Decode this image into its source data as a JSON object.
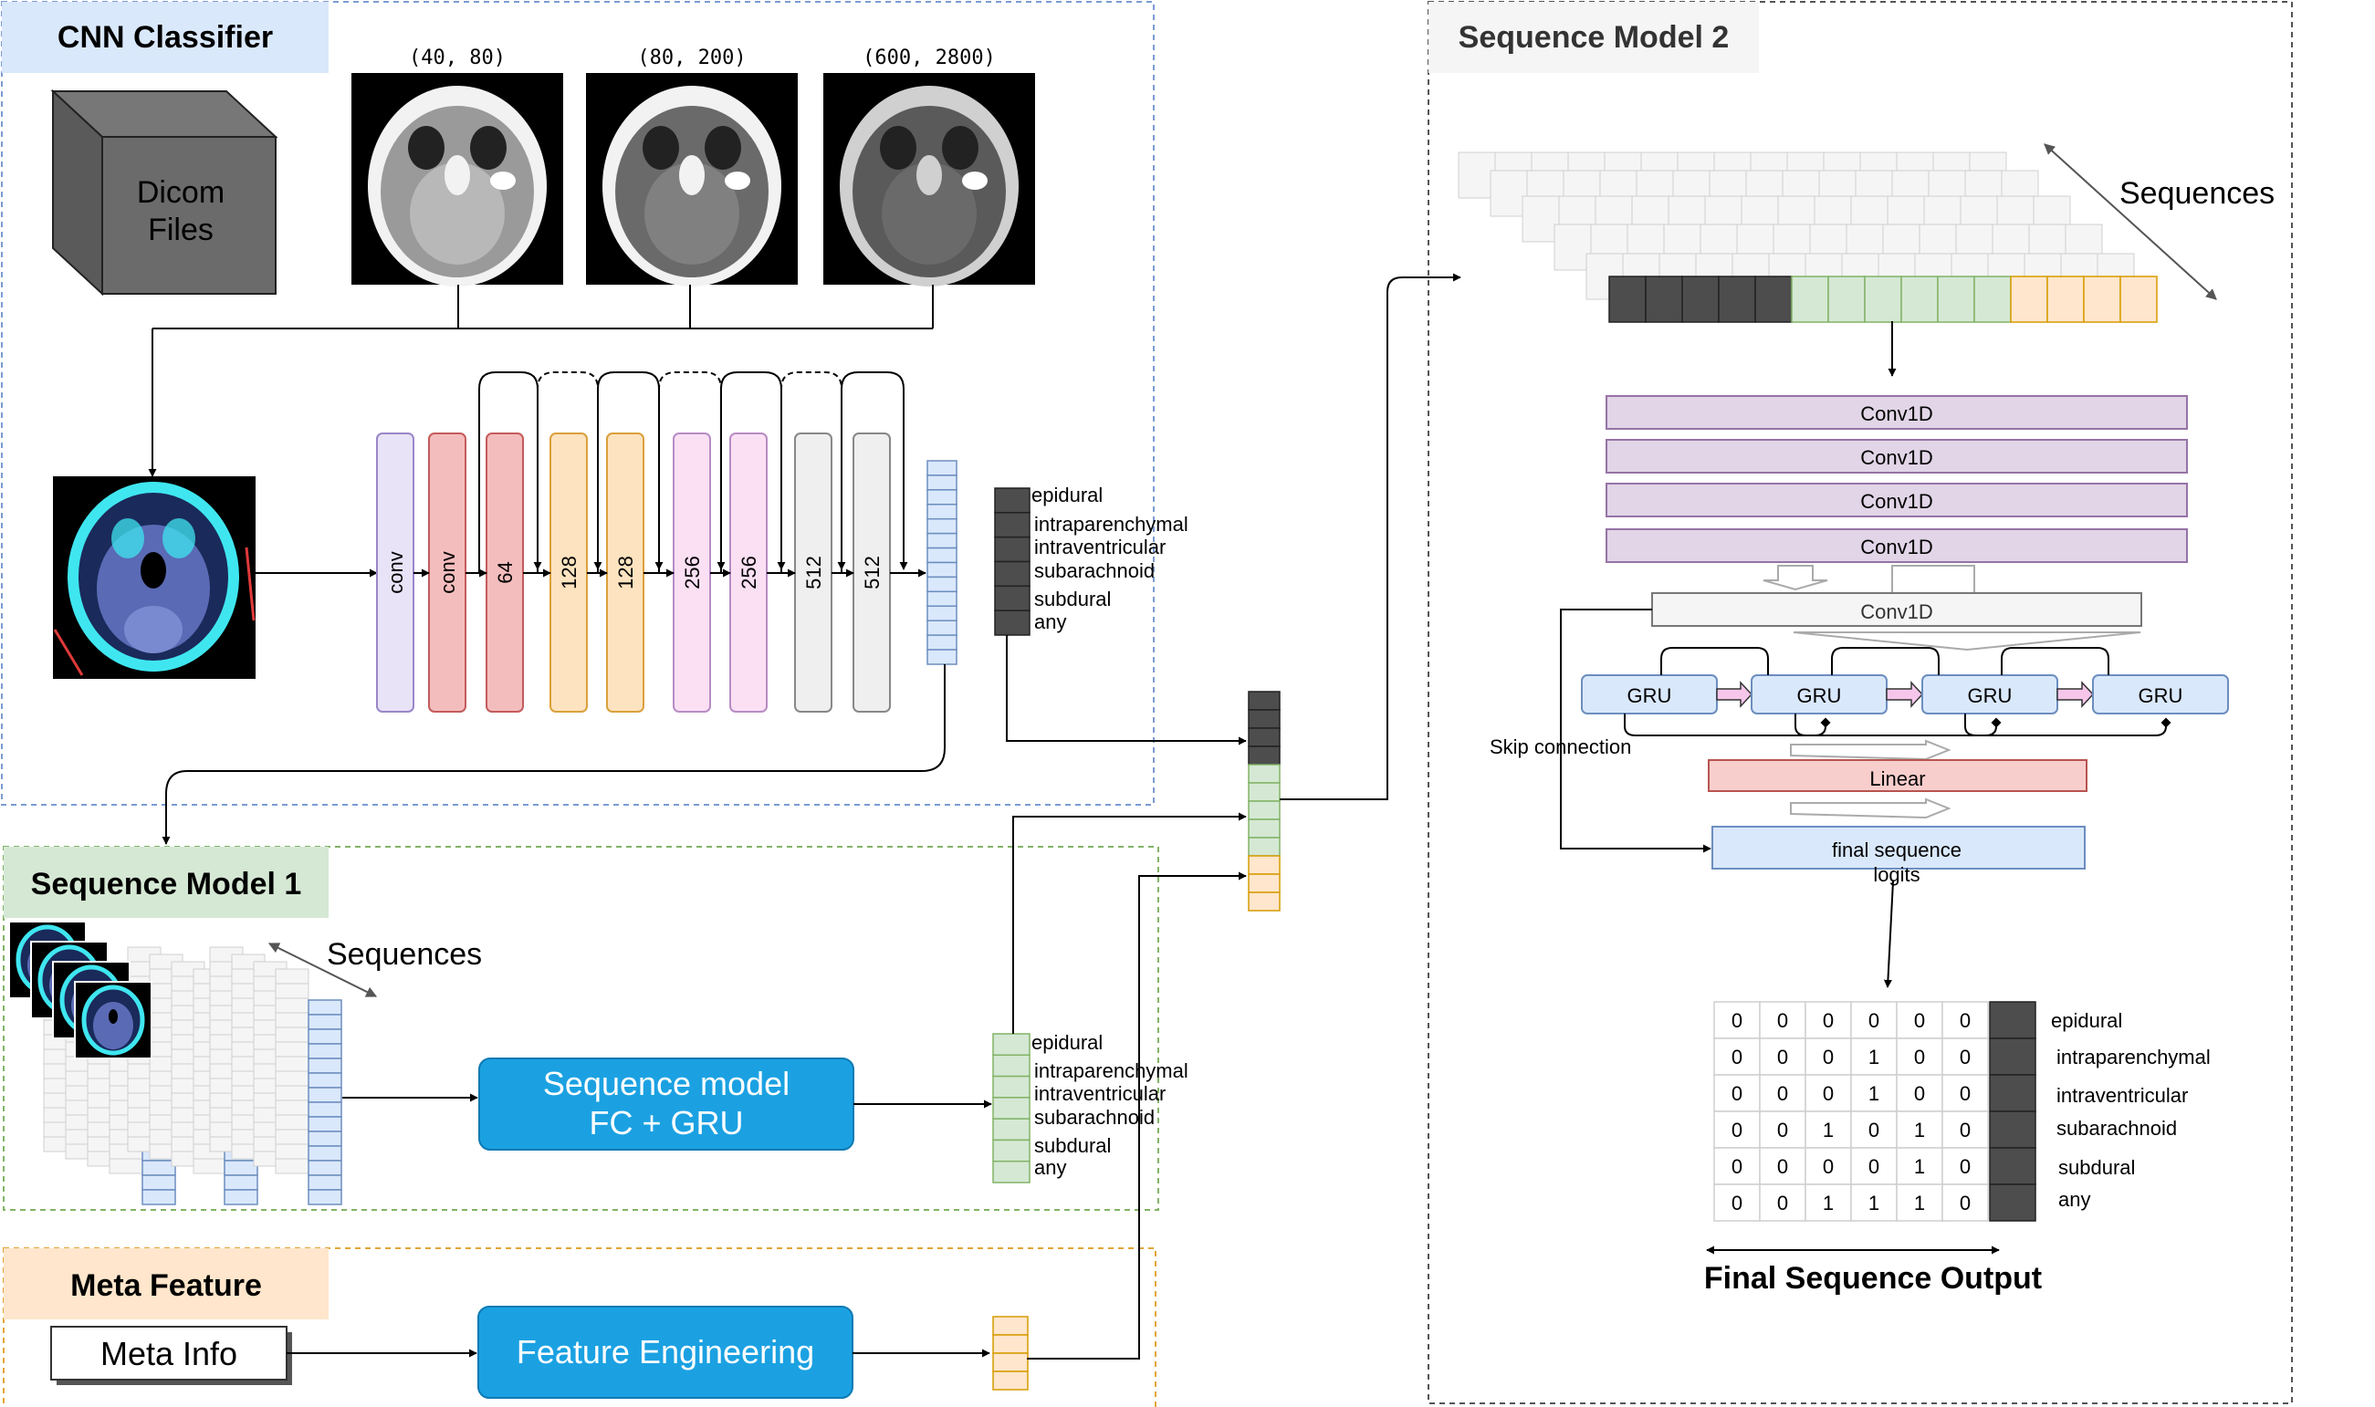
{
  "sections": {
    "cnn": "CNN Classifier",
    "seq1": "Sequence Model 1",
    "meta": "Meta Feature",
    "seq2": "Sequence Model 2"
  },
  "dicom": {
    "line1": "Dicom",
    "line2": "Files"
  },
  "windows": [
    {
      "label": "(40, 80)",
      "style": "normal"
    },
    {
      "label": "(80, 200)",
      "style": "dark"
    },
    {
      "label": "(600, 2800)",
      "style": "bone"
    }
  ],
  "cnn_layers": [
    {
      "label": "conv",
      "fill": "#e8e3f7",
      "stroke": "#9a86c9"
    },
    {
      "label": "conv",
      "fill": "#f4bdbd",
      "stroke": "#c45c5c"
    },
    {
      "label": "64",
      "fill": "#f4bdbd",
      "stroke": "#c45c5c"
    },
    {
      "label": "128",
      "fill": "#fde3bf",
      "stroke": "#dba03c"
    },
    {
      "label": "128",
      "fill": "#fde3bf",
      "stroke": "#dba03c"
    },
    {
      "label": "256",
      "fill": "#fbe0f4",
      "stroke": "#b88cc4"
    },
    {
      "label": "256",
      "fill": "#fbe0f4",
      "stroke": "#b88cc4"
    },
    {
      "label": "512",
      "fill": "#efefef",
      "stroke": "#888888"
    },
    {
      "label": "512",
      "fill": "#efefef",
      "stroke": "#888888"
    }
  ],
  "classes": [
    "epidural",
    "intraparenchymal",
    "intraventricular",
    "subarachnoid",
    "subdural",
    "any"
  ],
  "seq1": {
    "sequences": "Sequences",
    "model_line1": "Sequence model",
    "model_line2": "FC + GRU"
  },
  "meta": {
    "info": "Meta Info",
    "engineering": "Feature Engineering"
  },
  "seq2": {
    "sequences": "Sequences",
    "conv_stack": [
      "Conv1D",
      "Conv1D",
      "Conv1D",
      "Conv1D"
    ],
    "conv_wide": "Conv1D",
    "gru": [
      "GRU",
      "GRU",
      "GRU",
      "GRU"
    ],
    "skip": "Skip connection",
    "linear": "Linear",
    "final_line1": "final sequence",
    "final_line2": "logits"
  },
  "final_output": {
    "title": "Final Sequence Output",
    "matrix": [
      [
        0,
        0,
        0,
        0,
        0,
        0
      ],
      [
        0,
        0,
        0,
        1,
        0,
        0
      ],
      [
        0,
        0,
        0,
        1,
        0,
        0
      ],
      [
        0,
        0,
        1,
        0,
        1,
        0
      ],
      [
        0,
        0,
        0,
        0,
        1,
        0
      ],
      [
        0,
        0,
        1,
        1,
        1,
        0
      ]
    ]
  },
  "colors": {
    "blue_region": "#7b9bd1",
    "green_region": "#82b366",
    "orange_region": "#e3a538",
    "gray_region": "#555555",
    "blue_feature": "#dae8fc",
    "green_feature": "#d5e8d4",
    "orange_feature": "#ffe6cc",
    "dark_feature": "#4d4d4d",
    "accent_blue": "#1ba1e2"
  }
}
